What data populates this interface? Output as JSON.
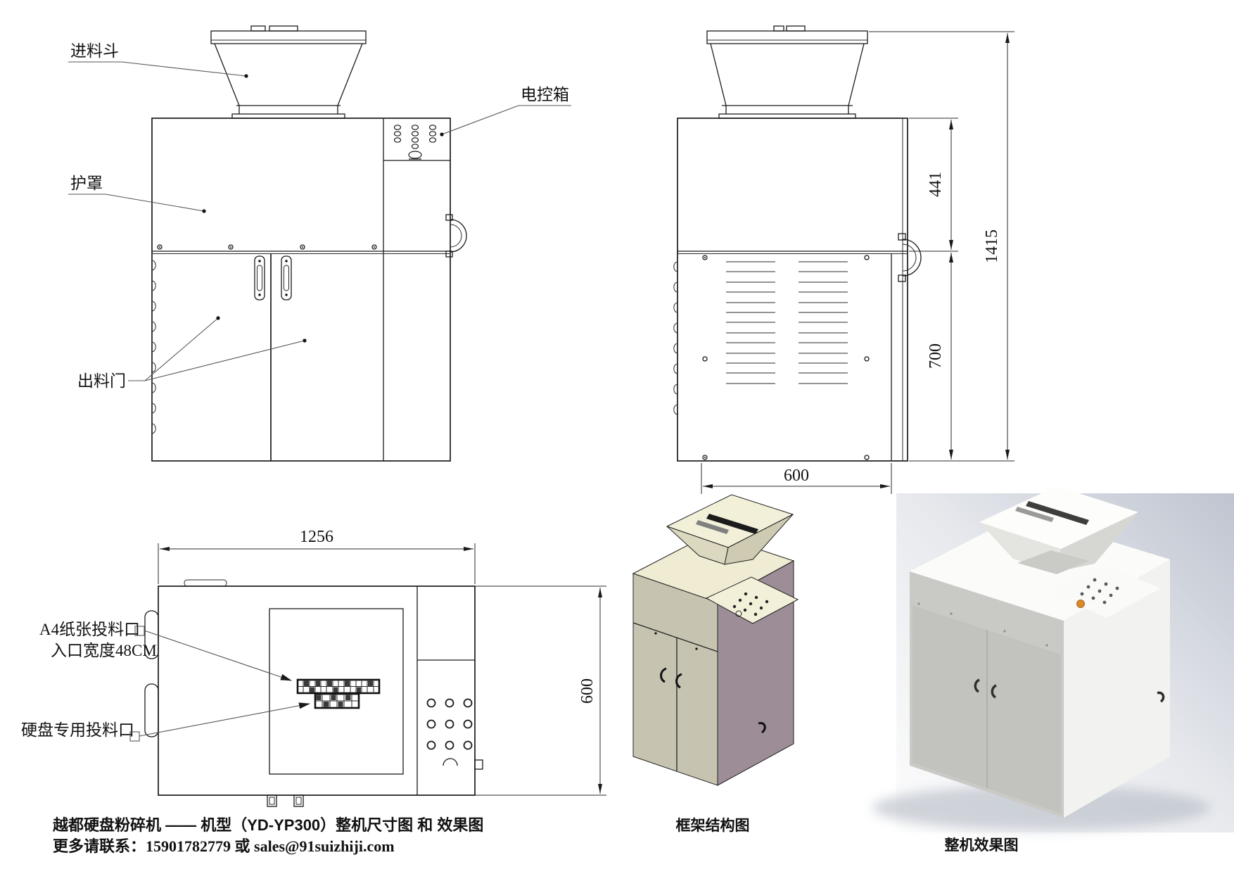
{
  "title_block": {
    "title": "越都硬盘粉碎机 —— 机型（YD-YP300）整机尺寸图 和 效果图",
    "contact_prefix": "更多请联系：",
    "contact_rest": "15901782779 或 sales@91suizhiji.com"
  },
  "front_view": {
    "labels": {
      "feed_hopper": "进料斗",
      "electric_control_box": "电控箱",
      "protective_cover": "护罩",
      "discharge_doors": "出料门"
    }
  },
  "side_view": {
    "dimensions": {
      "upper_section_height": "441",
      "lower_section_height": "700",
      "overall_height": "1415",
      "depth": "600"
    }
  },
  "top_view": {
    "dimensions": {
      "overall_width": "1256",
      "overall_depth": "600"
    },
    "labels": {
      "a4_slot_name": "A4纸张投料口",
      "a4_slot_width": "入口宽度48CM",
      "hdd_slot": "硬盘专用投料口"
    }
  },
  "captions": {
    "frame_structure": "框架结构图",
    "overall_render": "整机效果图"
  },
  "colors": {
    "line": "#1a1a1a",
    "iso_top": "#efecd3",
    "iso_front": "#c6c3b1",
    "iso_side": "#9c8d97",
    "render_button_accent": "#d9882b"
  }
}
